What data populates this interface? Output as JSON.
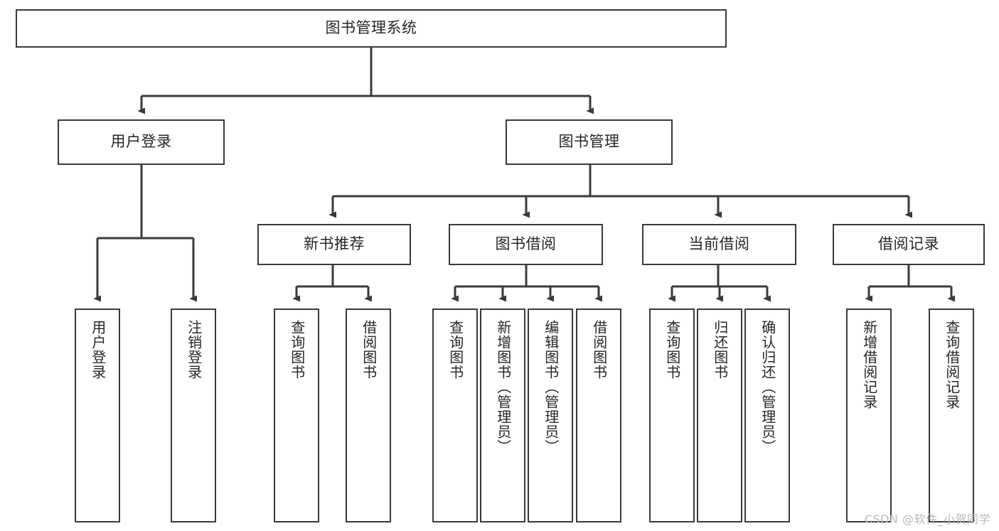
{
  "diagram": {
    "type": "tree-hierarchy",
    "title": "图书管理系统",
    "watermark": "CSDN @软件_小贺同学",
    "accent_color": "#3a3a3a",
    "background_color": "#ffffff",
    "text_color": "#262626"
  },
  "nodes": {
    "root": {
      "label": "图书管理系统"
    },
    "level2": [
      {
        "label": "用户登录"
      },
      {
        "label": "图书管理"
      }
    ],
    "level3": [
      {
        "label": "新书推荐"
      },
      {
        "label": "图书借阅"
      },
      {
        "label": "当前借阅"
      },
      {
        "label": "借阅记录"
      }
    ],
    "leaves": {
      "user_login": [
        {
          "label": "用户登录"
        },
        {
          "label": "注销登录"
        }
      ],
      "new_book_recommend": [
        {
          "label": "查询图书"
        },
        {
          "label": "借阅图书"
        }
      ],
      "book_borrow": [
        {
          "label": "查询图书"
        },
        {
          "label": "新增图书（管理员）"
        },
        {
          "label": "编辑图书（管理员）"
        },
        {
          "label": "借阅图书"
        }
      ],
      "current_borrow": [
        {
          "label": "查询图书"
        },
        {
          "label": "归还图书"
        },
        {
          "label": "确认归还（管理员）"
        }
      ],
      "borrow_record": [
        {
          "label": "新增借阅记录"
        },
        {
          "label": "查询借阅记录"
        }
      ]
    }
  }
}
